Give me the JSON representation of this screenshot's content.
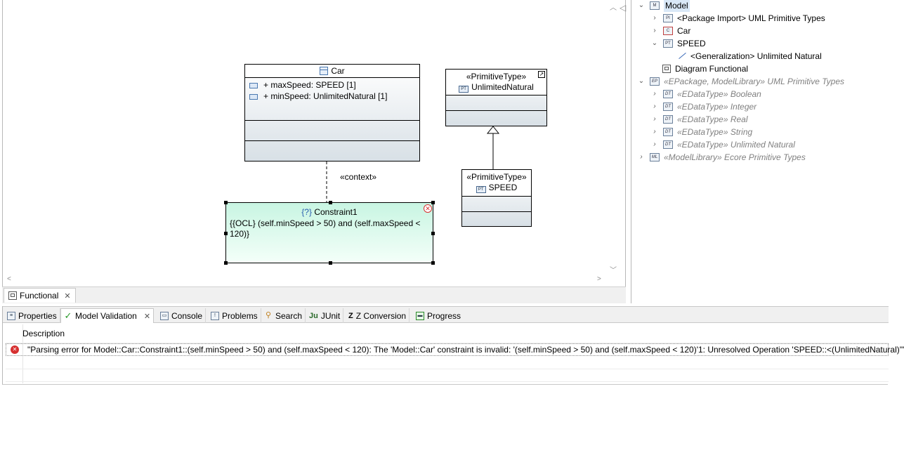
{
  "editor": {
    "tab_label": "Functional",
    "car_class": {
      "name": "Car",
      "attributes": [
        "+ maxSpeed: SPEED [1]",
        "+ minSpeed: UnlimitedNatural [1]"
      ]
    },
    "unlimited_natural": {
      "stereotype": "«PrimitiveType»",
      "name": "UnlimitedNatural"
    },
    "speed_type": {
      "stereotype": "«PrimitiveType»",
      "name": "SPEED"
    },
    "context_label": "«context»",
    "constraint": {
      "badge": "{?}",
      "name": "Constraint1",
      "body_line1": "{{OCL} (self.minSpeed > 50) and (self.maxSpeed <",
      "body_line2": "120)}"
    }
  },
  "explorer": {
    "items": [
      {
        "label": "Model",
        "expanded": true
      },
      {
        "label": "<Package Import> UML Primitive Types",
        "expanded": false
      },
      {
        "label": "Car",
        "expanded": false
      },
      {
        "label": "SPEED",
        "expanded": true
      },
      {
        "label": "<Generalization> Unlimited Natural"
      },
      {
        "label": "Diagram Functional"
      },
      {
        "label": "«EPackage, ModelLibrary» UML Primitive Types",
        "expanded": true
      },
      {
        "label": "«EDataType» Boolean",
        "expanded": false
      },
      {
        "label": "«EDataType» Integer",
        "expanded": false
      },
      {
        "label": "«EDataType» Real",
        "expanded": false
      },
      {
        "label": "«EDataType» String",
        "expanded": false
      },
      {
        "label": "«EDataType» Unlimited Natural",
        "expanded": false
      },
      {
        "label": "«ModelLibrary» Ecore Primitive Types",
        "expanded": false
      }
    ]
  },
  "bottom_tabs": [
    {
      "label": "Properties"
    },
    {
      "label": "Model Validation",
      "active": true
    },
    {
      "label": "Console"
    },
    {
      "label": "Problems"
    },
    {
      "label": "Search"
    },
    {
      "label": "JUnit"
    },
    {
      "label": "Z Conversion"
    },
    {
      "label": "Progress"
    }
  ],
  "validation": {
    "column_header": "Description",
    "rows": [
      {
        "severity": "error",
        "description": "\"Parsing error for Model::Car::Constraint1::(self.minSpeed > 50) and (self.maxSpeed < 120): The 'Model::Car' constraint is invalid: '(self.minSpeed > 50) and (self.maxSpeed < 120)'1: Unresolved Operation 'SPEED::<(UnlimitedNatural)'\""
      }
    ]
  },
  "colors": {
    "constraint_fill": "#c8f5e2",
    "error": "#d63030",
    "selection": "#d9e8f7"
  }
}
